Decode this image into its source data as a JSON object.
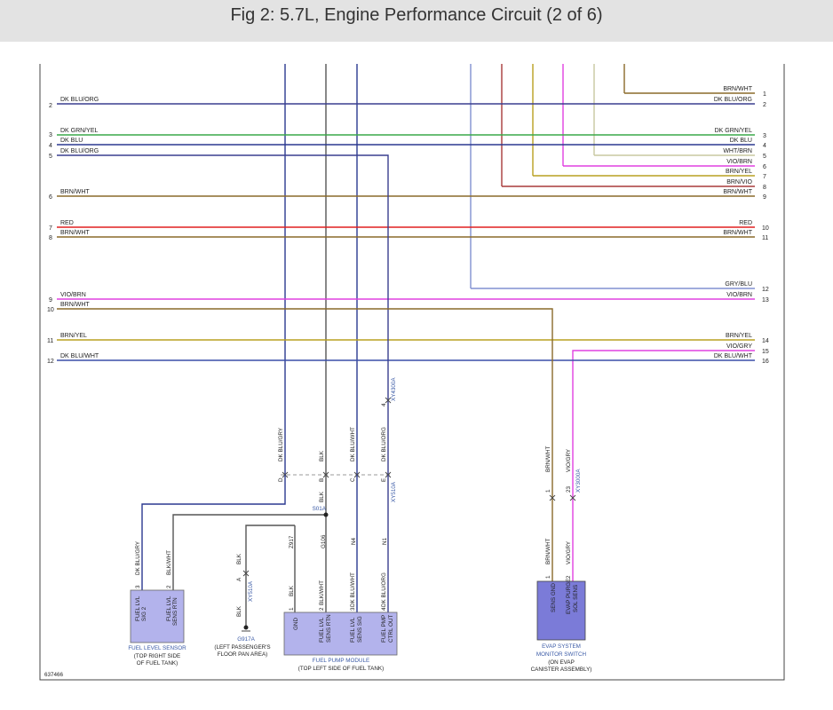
{
  "header": {
    "title": "Fig 2: 5.7L, Engine Performance Circuit (2 of 6)"
  },
  "colors": {
    "dk_blu": "#2b3990",
    "dk_blu_org": "#3a3f8f",
    "dk_blu_wht": "#3a4fa8",
    "dk_grn_yel": "#3aa84a",
    "brn_wht": "#8a6a2a",
    "brn_yel": "#b8a020",
    "brn_vio": "#a83a3a",
    "red": "#e02020",
    "vio_brn": "#e040e0",
    "vio_gry": "#e040e0",
    "gry_blu": "#8090d0",
    "wht_brn": "#c8c8a0",
    "blk": "#555555",
    "component": "#b3b3ec",
    "evap": "#7b7bd8"
  },
  "left_rows": [
    {
      "num": "2",
      "label": "DK BLU/ORG"
    },
    {
      "num": "3",
      "label": "DK GRN/YEL"
    },
    {
      "num": "4",
      "label": "DK BLU"
    },
    {
      "num": "5",
      "label": "DK BLU/ORG"
    },
    {
      "num": "6",
      "label": "BRN/WHT"
    },
    {
      "num": "7",
      "label": "RED"
    },
    {
      "num": "8",
      "label": "BRN/WHT"
    },
    {
      "num": "9",
      "label": "VIO/BRN"
    },
    {
      "num": "10",
      "label": "BRN/WHT"
    },
    {
      "num": "11",
      "label": "BRN/YEL"
    },
    {
      "num": "12",
      "label": "DK BLU/WHT"
    }
  ],
  "right_rows": [
    {
      "num": "1",
      "label": "BRN/WHT"
    },
    {
      "num": "2",
      "label": "DK BLU/ORG"
    },
    {
      "num": "3",
      "label": "DK GRN/YEL"
    },
    {
      "num": "4",
      "label": "DK BLU"
    },
    {
      "num": "5",
      "label": "WHT/BRN"
    },
    {
      "num": "6",
      "label": "VIO/BRN"
    },
    {
      "num": "7",
      "label": "BRN/YEL"
    },
    {
      "num": "8",
      "label": "BRN/VIO"
    },
    {
      "num": "9",
      "label": "BRN/WHT"
    },
    {
      "num": "10",
      "label": "RED"
    },
    {
      "num": "11",
      "label": "BRN/WHT"
    },
    {
      "num": "12",
      "label": "GRY/BLU"
    },
    {
      "num": "13",
      "label": "VIO/BRN"
    },
    {
      "num": "14",
      "label": "BRN/YEL"
    },
    {
      "num": "15",
      "label": "VIO/GRY"
    },
    {
      "num": "16",
      "label": "DK BLU/WHT"
    }
  ],
  "wires": {
    "w1": "DK BLU/GRY",
    "w2": "BLK",
    "w3": "DK BLU/WHT",
    "w4": "DK BLU/ORG",
    "conn_xy4300a": "XY4300A",
    "conn_xy4300a_pin": "4",
    "pin_d": "D",
    "pin_b": "B",
    "pin_c": "C",
    "pin_e": "E",
    "pin_b_blk": "BLK",
    "conn_xy510a": "XY510A",
    "splice_s01a": "S01A",
    "z917": "Z917",
    "g106": "G106",
    "n4": "N4",
    "n1": "N1",
    "blk_top": "BLK",
    "pin_a": "A",
    "conn_xy510a_small": "XY510A",
    "blk_bot": "BLK",
    "g917a": "G917A",
    "fp_blk": "BLK",
    "fp_blkwht": "BLK/WHT",
    "fp_dkbluwht": "DK BLU/WHT",
    "fp_dkbluorg": "DK BLU/ORG",
    "fp_pin1": "1",
    "fp_pin2": "2",
    "fp_pin3": "3",
    "fp_pin4": "4",
    "fls_dkblugry": "DK BLU/GRY",
    "fls_blkwht": "BLK/WHT",
    "fls_pin3": "3",
    "fls_pin2": "2",
    "ev_brnwht_top": "BRN/WHT",
    "ev_viogry_top": "VIO/GRY",
    "ev_pin1": "1",
    "ev_pin23": "23",
    "ev_conn": "XY3000A",
    "ev_brnwht_bot": "BRN/WHT",
    "ev_viogry_bot": "VIO/GRY",
    "ev_pin_a": "1",
    "ev_pin_b": "2"
  },
  "components": {
    "fuel_level_sensor": {
      "pin_a": "FUEL LVL",
      "pin_a2": "SIG 2",
      "pin_b": "FUEL LVL",
      "pin_b2": "SENS RTN",
      "name": "FUEL LEVEL SENSOR",
      "loc1": "(TOP RIGHT SIDE",
      "loc2": "OF FUEL TANK)"
    },
    "ground": {
      "loc1": "(LEFT PASSENGER'S",
      "loc2": "FLOOR PAN AREA)"
    },
    "fuel_pump_module": {
      "p1": "GND",
      "p2a": "FUEL LVL",
      "p2b": "SENS RTN",
      "p3a": "FUEL LVL",
      "p3b": "SENS SIG",
      "p4a": "FUEL PMP",
      "p4b": "CTRL OUT",
      "name": "FUEL PUMP MODULE",
      "loc": "(TOP LEFT SIDE OF FUEL TANK)"
    },
    "evap_switch": {
      "p1": "SENS GND",
      "p2a": "EVAP PURGE",
      "p2b": "SOL SENS",
      "name1": "EVAP SYSTEM",
      "name2": "MONITOR SWITCH",
      "loc1": "(ON EVAP",
      "loc2": "CANISTER ASSEMBLY)"
    }
  },
  "figure_id": "637466"
}
